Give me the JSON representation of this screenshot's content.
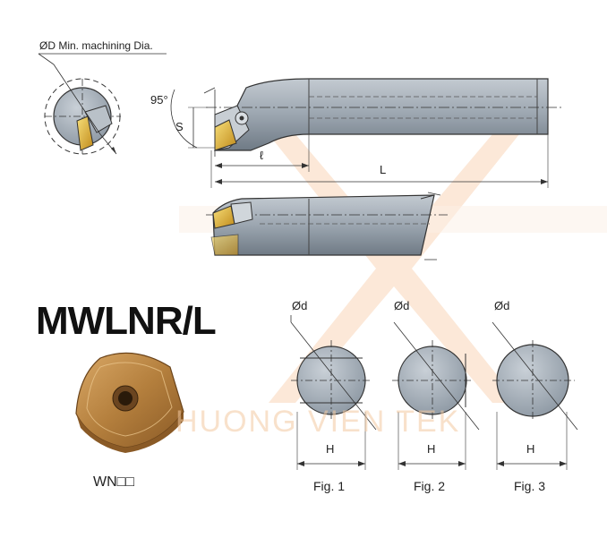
{
  "labels": {
    "min_dia": "ØD Min. machining Dia.",
    "angle": "95°",
    "s": "S",
    "ell": "ℓ",
    "L": "L",
    "model": "MWLNR/L",
    "insert": "WN□□",
    "watermark": "HUONG VIEN TEK"
  },
  "figures": [
    {
      "od": "Ød",
      "h": "H",
      "caption": "Fig. 1"
    },
    {
      "od": "Ød",
      "h": "H",
      "caption": "Fig. 2"
    },
    {
      "od": "Ød",
      "h": "H",
      "caption": "Fig. 3"
    }
  ],
  "colors": {
    "shank": "#9ea8b2",
    "shank_dark": "#6f7b86",
    "insert_gold": "#e2b23a",
    "watermark": "#f3c9a0"
  }
}
